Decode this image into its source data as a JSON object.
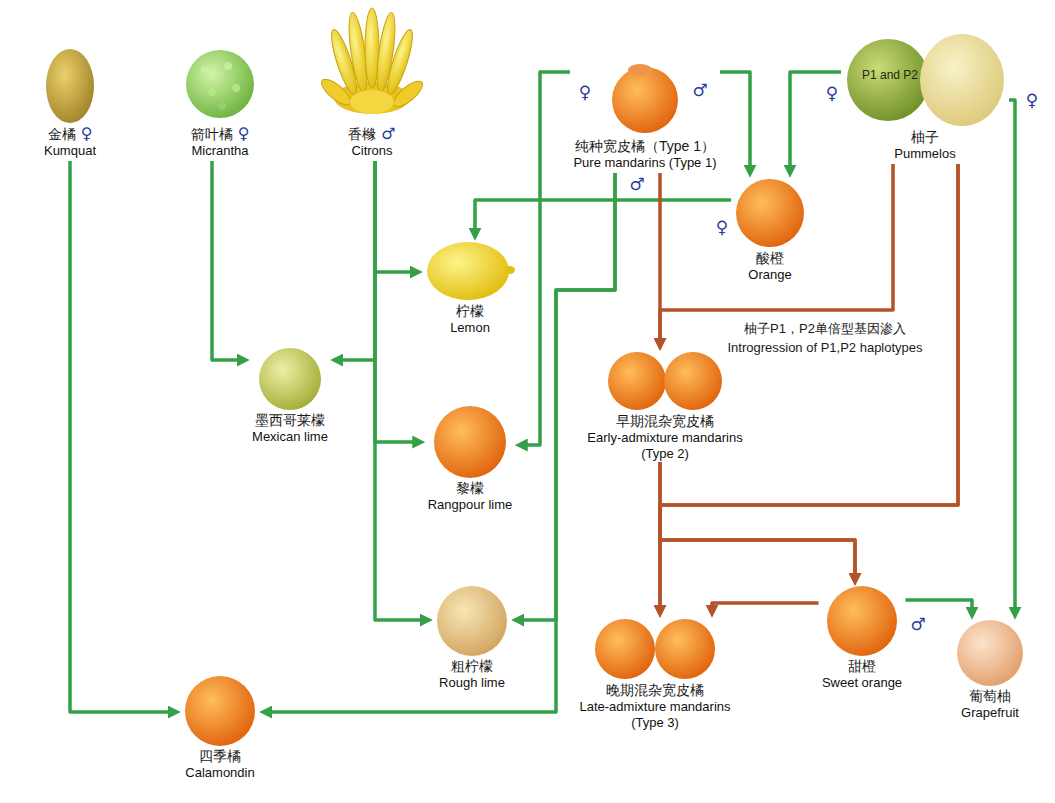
{
  "diagram": {
    "nodes": [
      {
        "text": [
          "金橘",
          "♀",
          "Kumquat"
        ]
      },
      {
        "text": [
          "箭叶橘",
          "♀",
          "Micrantha"
        ]
      },
      {
        "text": [
          "香橼",
          "♂",
          "Citrons"
        ]
      },
      {
        "text": [
          "纯种宽皮橘（Type 1）",
          "Pure mandarins (Type 1)"
        ]
      },
      {
        "text": [
          "柚子",
          "Pummelos"
        ]
      },
      {
        "text": [
          "酸橙",
          "Orange"
        ]
      },
      {
        "text": [
          "柠檬",
          "Lemon"
        ]
      },
      {
        "text": [
          "墨西哥莱檬",
          "Mexican lime"
        ]
      },
      {
        "text": [
          "早期混杂宽皮橘",
          "Early-admixture mandarins (Type 2)"
        ]
      },
      {
        "text": [
          "黎檬",
          "Rangpour lime"
        ]
      },
      {
        "text": [
          "粗柠檬",
          "Rough lime"
        ]
      },
      {
        "text": [
          "晚期混杂宽皮橘",
          "Late-admixture mandarins (Type 3)"
        ]
      },
      {
        "text": [
          "甜橙",
          "Sweet orange"
        ]
      },
      {
        "text": [
          "葡萄柚",
          "Grapefruit"
        ]
      },
      {
        "text": [
          "四季橘",
          "Calamondin"
        ]
      }
    ],
    "edges": [
      {
        "from": 0,
        "to": 14,
        "arrow": "to"
      },
      {
        "from": 1,
        "to": 7,
        "arrow": "to"
      },
      {
        "from": 2,
        "to": 6,
        "arrow": "to"
      },
      {
        "from": 2,
        "to": 7,
        "arrow": "to"
      },
      {
        "from": 2,
        "to": 9,
        "arrow": "to"
      },
      {
        "from": 2,
        "to": 10,
        "arrow": "to"
      },
      {
        "from": 3,
        "to": 5,
        "arrow": "to"
      },
      {
        "from": 4,
        "to": 5,
        "arrow": "to"
      },
      {
        "from": 5,
        "to": 6,
        "arrow": "to"
      },
      {
        "from": 3,
        "to": 9,
        "arrow": "to"
      },
      {
        "from": 3,
        "to": 10,
        "arrow": "to"
      },
      {
        "from": 3,
        "to": 14,
        "arrow": "to"
      },
      {
        "from": 3,
        "to": 8,
        "arrow": "to"
      },
      {
        "from": 4,
        "to": 8,
        "arrow": "to"
      },
      {
        "from": 8,
        "to": 11,
        "arrow": "to"
      },
      {
        "from": 8,
        "to": 12,
        "arrow": "to"
      },
      {
        "from": 4,
        "to": 11,
        "arrow": "to"
      },
      {
        "from": 4,
        "to": 12,
        "arrow": "to"
      },
      {
        "from": 12,
        "to": 11,
        "arrow": "to"
      },
      {
        "from": 12,
        "to": 13,
        "arrow": "to"
      },
      {
        "from": 4,
        "to": 13,
        "arrow": "to"
      }
    ],
    "labels": [
      "♀",
      "♂",
      "♀",
      "P1 and P2",
      "♀",
      "♂",
      "♀",
      "柚子P1，P2单倍型基因渗入",
      "Introgression of P1,P2 haplotypes",
      "♂"
    ]
  }
}
